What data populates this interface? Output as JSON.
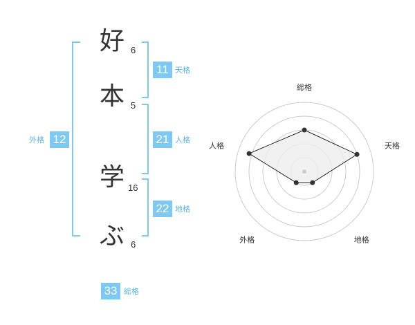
{
  "name": {
    "chars": [
      {
        "char": "好",
        "strokes": "6"
      },
      {
        "char": "本",
        "strokes": "5"
      },
      {
        "char": "学",
        "strokes": "16"
      },
      {
        "char": "ぶ",
        "strokes": "6"
      }
    ]
  },
  "fortune": {
    "tenkaku": {
      "value": "11",
      "label": "天格"
    },
    "jinkaku": {
      "value": "21",
      "label": "人格"
    },
    "chikaku": {
      "value": "22",
      "label": "地格"
    },
    "gaikaku": {
      "value": "12",
      "label": "外格"
    },
    "soukaku": {
      "value": "33",
      "label": "総格"
    }
  },
  "chart_data": {
    "type": "radar",
    "axes": [
      "総格",
      "天格",
      "地格",
      "外格",
      "人格"
    ],
    "scale_max": 5,
    "rings": 5,
    "values": [
      3,
      4,
      1,
      1,
      4.2
    ],
    "colors": {
      "fill": "#eeeeee",
      "line": "#222222",
      "ring": "#cccccc",
      "point": "#333333",
      "center": "#cccccc"
    }
  },
  "colors": {
    "accent": "#7dc9f4",
    "label": "#5bb5e8"
  }
}
